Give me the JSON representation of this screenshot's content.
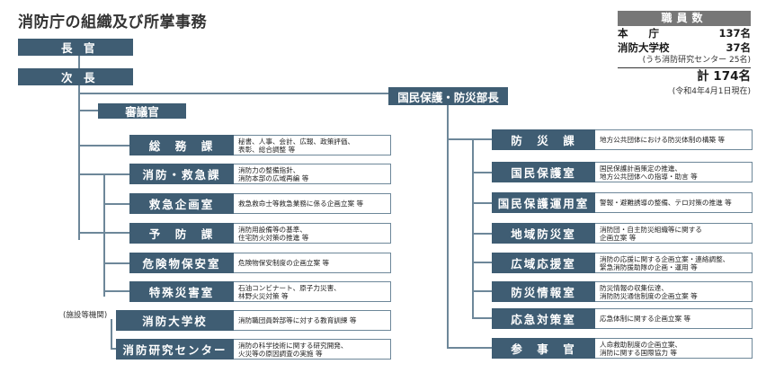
{
  "title": "消防庁の組織及び所掌事務",
  "staff": {
    "header": "職員数",
    "rows": [
      {
        "label": "本　　庁",
        "value": "137名"
      },
      {
        "label": "消防大学校",
        "value": "37名"
      }
    ],
    "note": "(うち消防研究センター 25名)",
    "total": "計 174名",
    "as_of": "(令和4年4月1日現在)"
  },
  "org": {
    "chief": "長　官",
    "deputy": "次　長",
    "counselor": "審議官",
    "director_general": "国民保護・防災部長",
    "facility_label": "(施設等機関)"
  },
  "left_units": [
    {
      "name": "総　務　課",
      "desc": [
        "秘書、人事、会計、広報、政策評価、",
        "表彰、総合調整 等"
      ]
    },
    {
      "name": "消防・救急課",
      "desc": [
        "消防力の整備指針、",
        "消防本部の広域再編 等"
      ]
    },
    {
      "name": "救急企画室",
      "desc": [
        "救急救命士等救急業務に係る企画立案 等"
      ]
    },
    {
      "name": "予　防　課",
      "desc": [
        "消防用設備等の基準、",
        "住宅防火対策の推進 等"
      ]
    },
    {
      "name": "危険物保安室",
      "desc": [
        "危険物保安制度の企画立案 等"
      ]
    },
    {
      "name": "特殊災害室",
      "desc": [
        "石油コンビナート、原子力災害、",
        "林野火災対策 等"
      ]
    }
  ],
  "facility_units": [
    {
      "name": "消防大学校",
      "desc": [
        "消防職団員幹部等に対する教育訓練 等"
      ]
    },
    {
      "name": "消防研究センター",
      "desc": [
        "消防の科学技術に関する研究開発、",
        "火災等の原因調査の実施 等"
      ]
    }
  ],
  "right_units": [
    {
      "name": "防　災　課",
      "desc": [
        "地方公共団体における防災体制の構築 等"
      ]
    },
    {
      "name": "国民保護室",
      "desc": [
        "国民保護計画策定の推進、",
        "地方公共団体への指導・助言 等"
      ]
    },
    {
      "name": "国民保護運用室",
      "desc": [
        "警報・避難誘導の整備、テロ対策の推進 等"
      ]
    },
    {
      "name": "地域防災室",
      "desc": [
        "消防団・自主防災組織等に関する",
        "企画立案 等"
      ]
    },
    {
      "name": "広域応援室",
      "desc": [
        "消防の応援に関する企画立案・連絡調整、",
        "緊急消防援助隊の企画・運用 等"
      ]
    },
    {
      "name": "防災情報室",
      "desc": [
        "防災情報の収集伝達、",
        "消防防災通信制度の企画立案 等"
      ]
    },
    {
      "name": "応急対策室",
      "desc": [
        "応急体制に関する企画立案 等"
      ]
    },
    {
      "name": "参　事　官",
      "desc": [
        "人命救助制度の企画立案、",
        "消防に関する国際協力 等"
      ]
    }
  ],
  "colors": {
    "header_fill": "#3f5d73",
    "connector": "#6d8799",
    "staff_header": "#777777"
  }
}
